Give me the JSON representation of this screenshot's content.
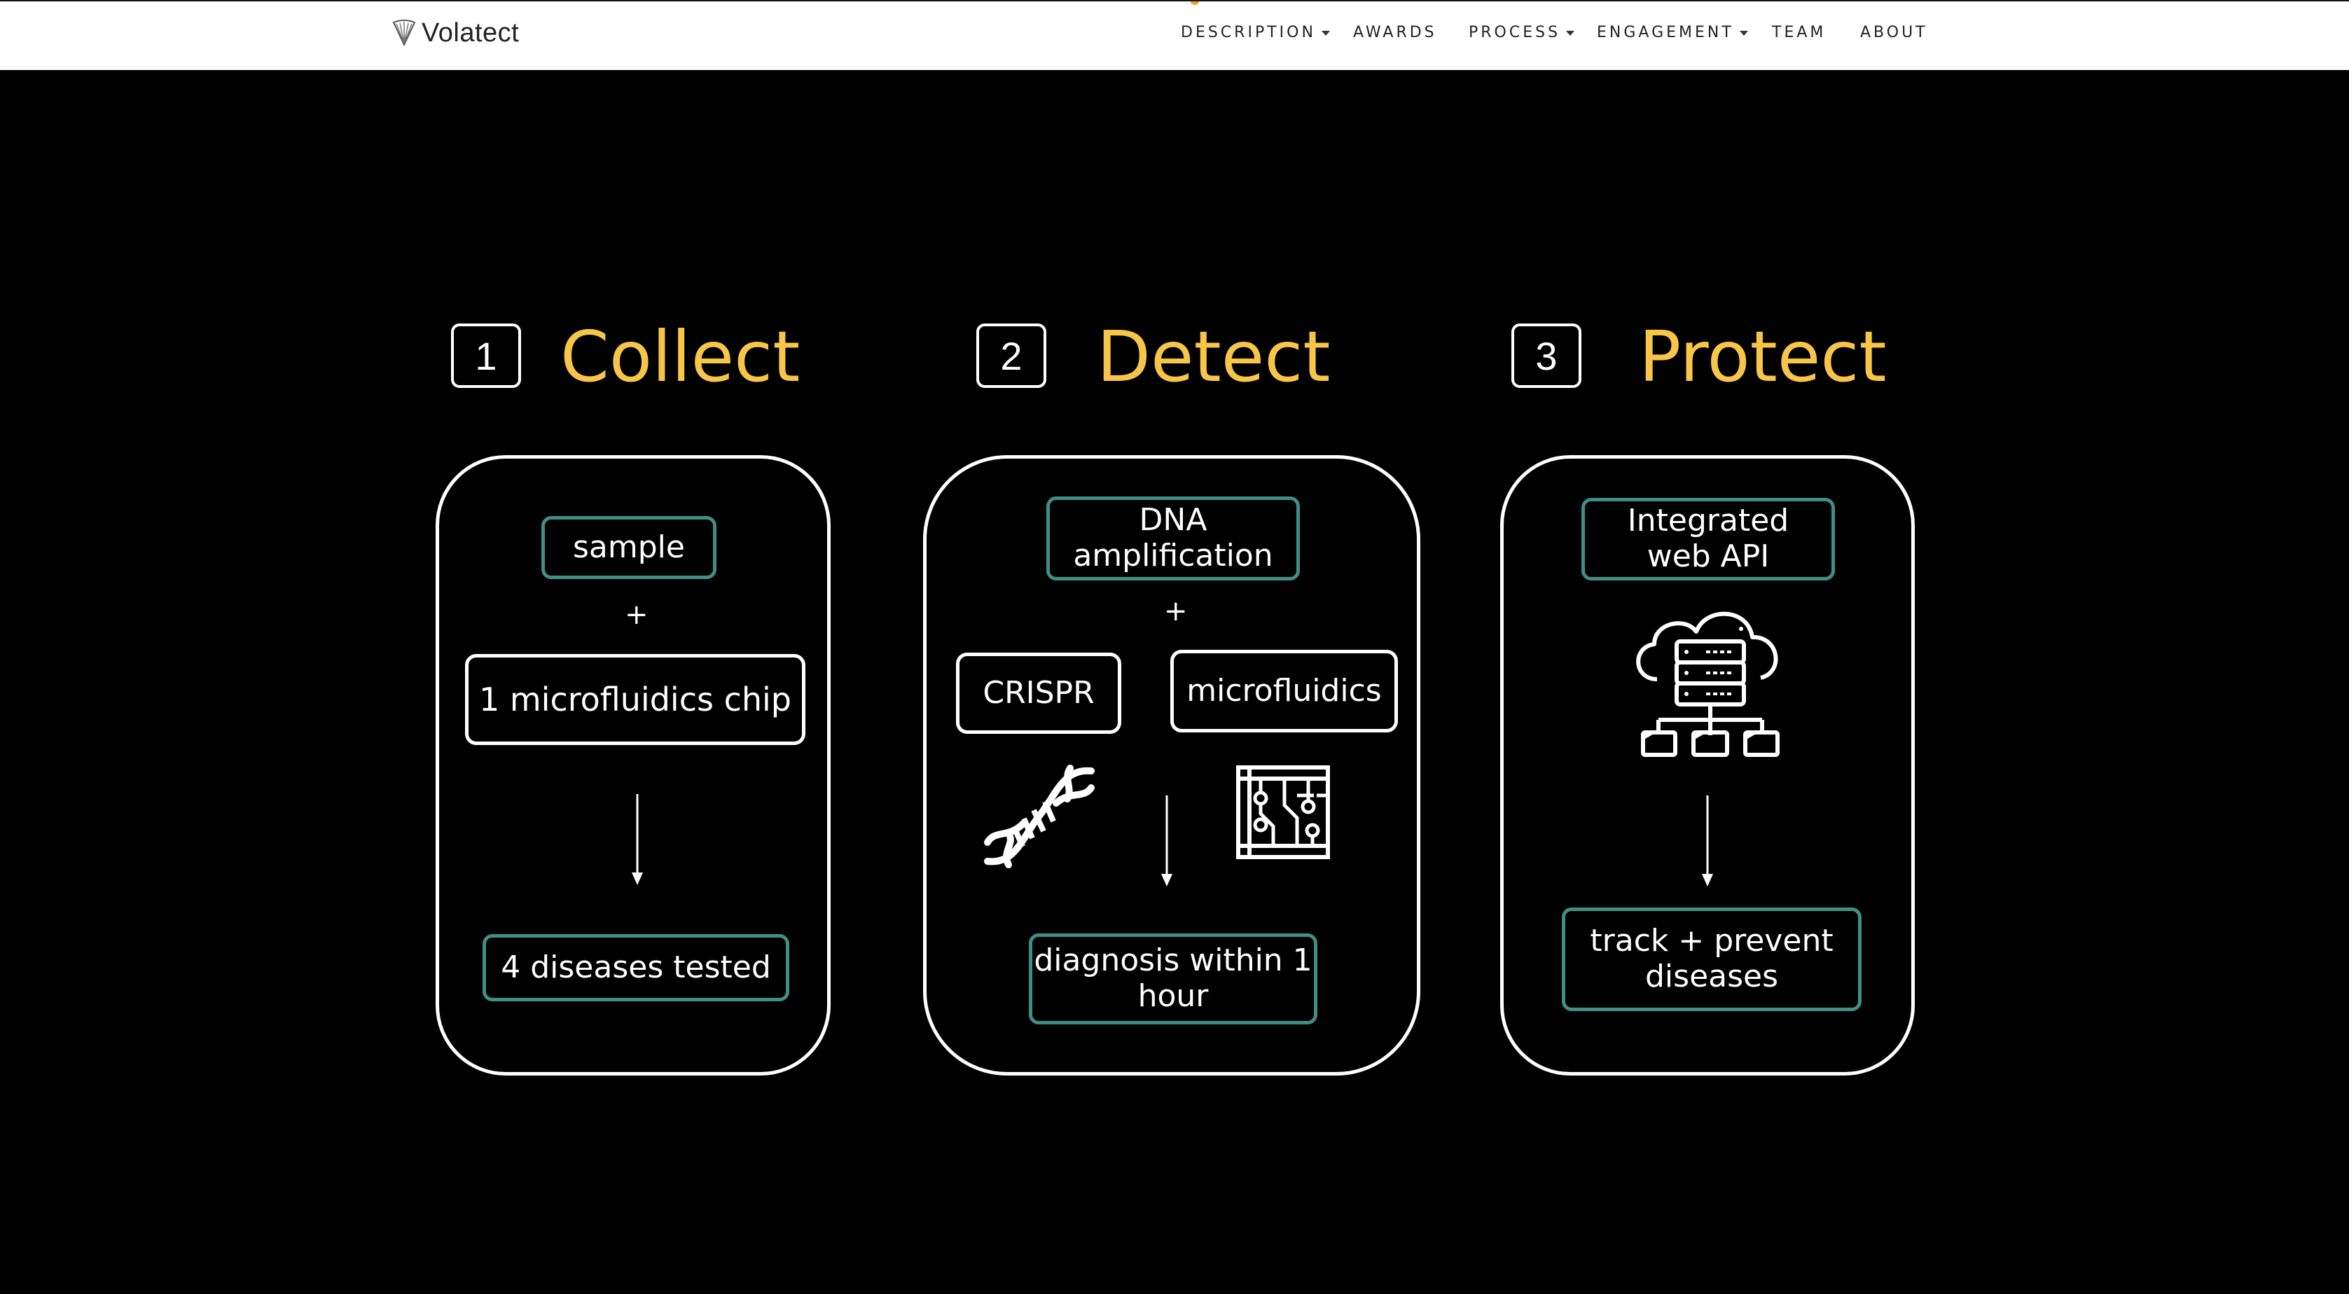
{
  "navbar": {
    "brand": "Volatect",
    "items": [
      {
        "label": "DESCRIPTION",
        "dropdown": true
      },
      {
        "label": "AWARDS",
        "dropdown": false
      },
      {
        "label": "PROCESS",
        "dropdown": true
      },
      {
        "label": "ENGAGEMENT",
        "dropdown": true
      },
      {
        "label": "TEAM",
        "dropdown": false
      },
      {
        "label": "ABOUT",
        "dropdown": false
      }
    ]
  },
  "steps": [
    {
      "number": "1",
      "title": "Collect",
      "boxes": [
        "sample",
        "1 microfluidics chip",
        "4 diseases tested"
      ],
      "plus": "+"
    },
    {
      "number": "2",
      "title": "Detect",
      "boxes": [
        "DNA amplification",
        "CRISPR",
        "microfluidics",
        "diagnosis within 1 hour"
      ],
      "plus": "+",
      "icons": [
        "dna-icon",
        "circuit-board-icon"
      ]
    },
    {
      "number": "3",
      "title": "Protect",
      "boxes": [
        "Integrated web API",
        "track + prevent diseases"
      ],
      "icons": [
        "cloud-server-network-icon"
      ]
    }
  ],
  "colors": {
    "accent": "#f7c548",
    "teal_border": "#3f8f86",
    "background": "#000000",
    "navbar": "#ffffff"
  }
}
